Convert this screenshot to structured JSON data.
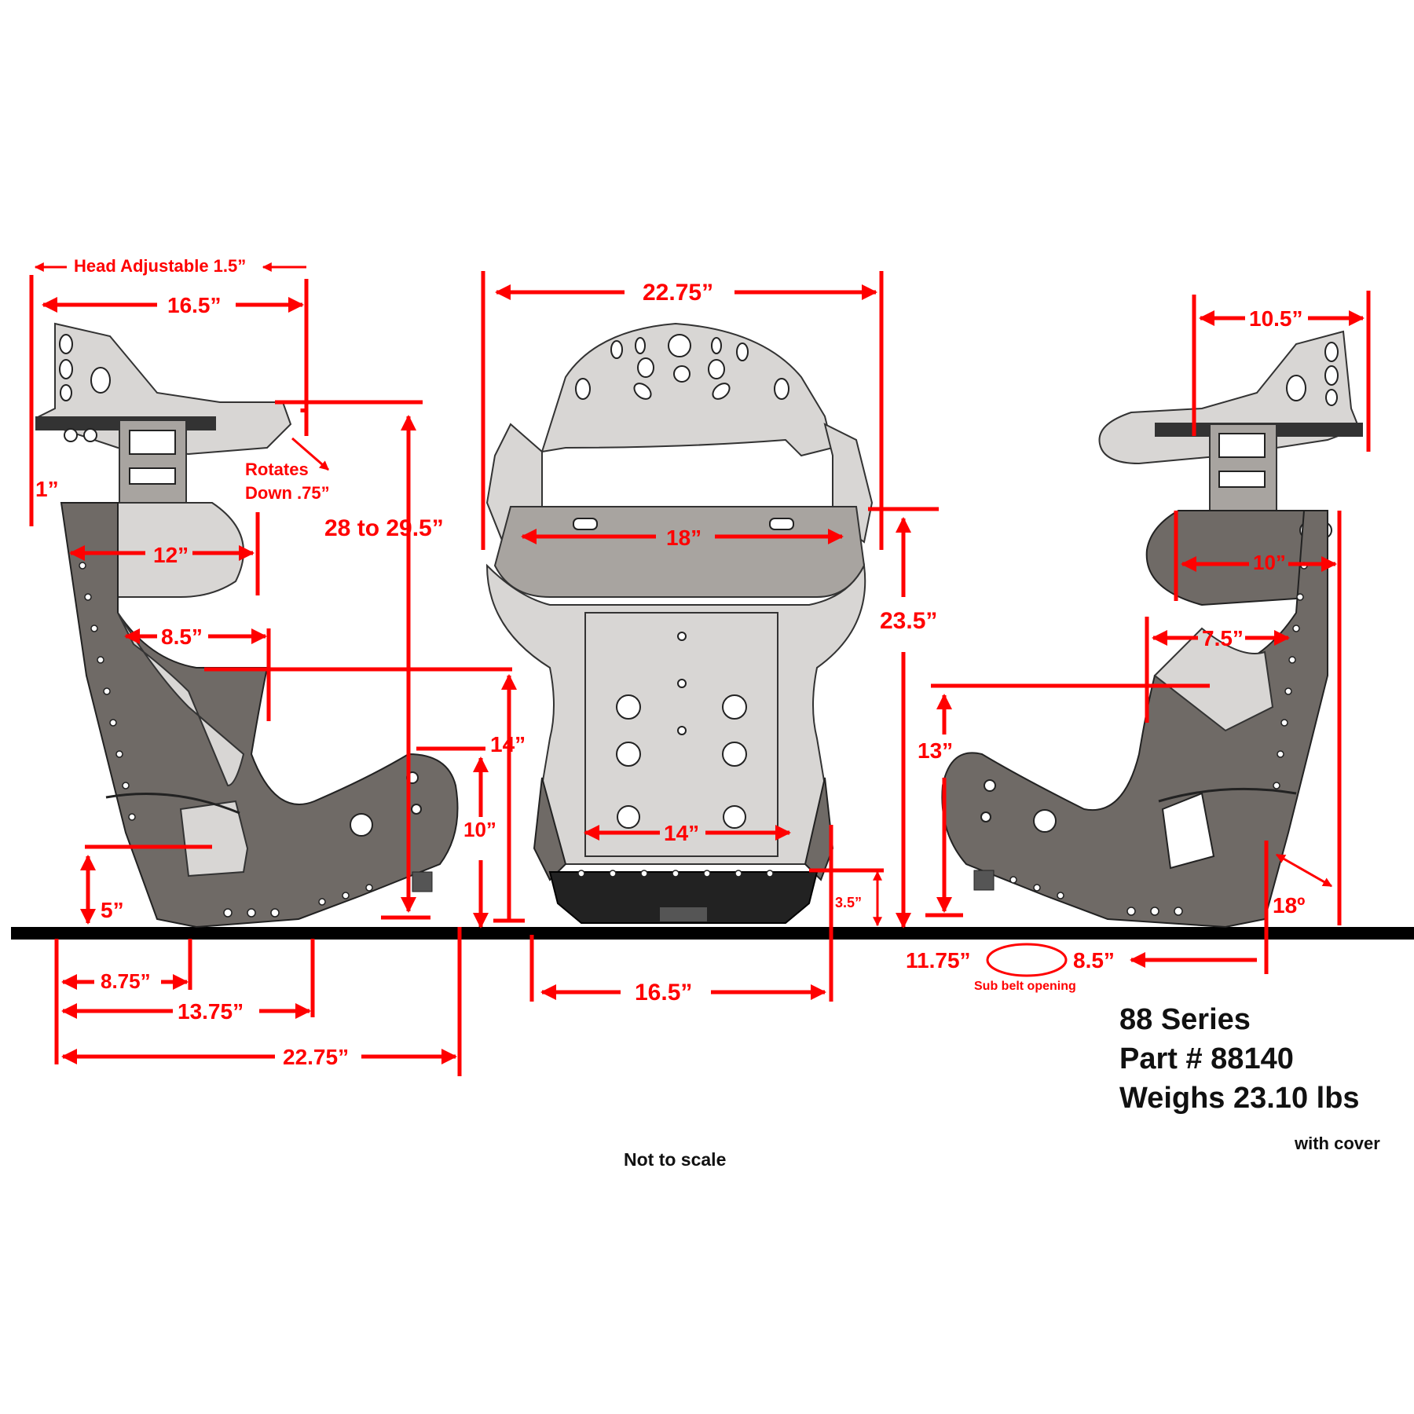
{
  "left_view": {
    "head_adjustable": "Head Adjustable 1.5”",
    "top_length": "16.5”",
    "head_offset": "1”",
    "rotates_line1": "Rotates",
    "rotates_line2": "Down .75”",
    "headrest_width": "12”",
    "total_height": "28 to 29.5”",
    "shoulder_depth": "8.5”",
    "shoulder_height": "14”",
    "knee_height": "10”",
    "seat_height": "5”",
    "bottom_a": "8.75”",
    "bottom_b": "13.75”",
    "bottom_total": "22.75”"
  },
  "front_view": {
    "top_width": "22.75”",
    "shoulder_width": "18”",
    "back_height": "23.5”",
    "seat_width": "14”",
    "base_height": "3.5”",
    "base_width": "16.5”"
  },
  "right_view": {
    "top_length": "10.5”",
    "headrest_width": "10”",
    "shoulder_depth": "7.5”",
    "shoulder_height": "13”",
    "angle": "18º",
    "sub_belt_left": "11.75”",
    "sub_belt_right": "8.5”",
    "sub_belt_label": "Sub belt opening"
  },
  "info": {
    "series": "88 Series",
    "part": "Part # 88140",
    "weight": "Weighs 23.10 lbs",
    "cover": "with cover",
    "scale_note": "Not to scale"
  },
  "colors": {
    "dimension": "#ff0000",
    "shell_dark": "#6f6a66",
    "shell_light": "#d8d6d4",
    "ground": "#000000"
  }
}
